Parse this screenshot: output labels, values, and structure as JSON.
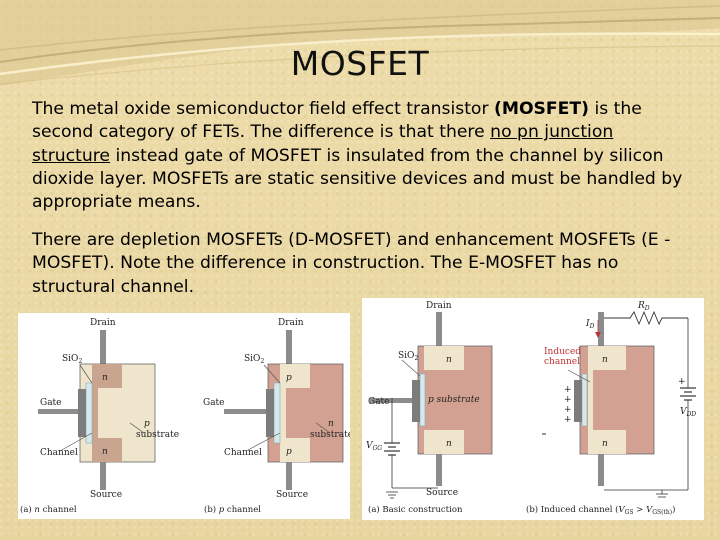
{
  "slide": {
    "title": "MOSFET",
    "paragraph1": {
      "t1": "The metal oxide semiconductor field effect transistor ",
      "bold": "(MOSFET)",
      "t2": " is the second category of FETs. The difference is that there ",
      "u1": "no pn junction structure",
      "t3": " instead gate of MOSFET is insulated from the channel by silicon dioxide layer. MOSFETs are static sensitive devices and must be handled by appropriate means."
    },
    "paragraph2": "There are depletion MOSFETs (D-MOSFET) and enhancement MOSFETs (E -MOSFET). Note the difference in construction. The E-MOSFET has no structural channel."
  },
  "figure_left": {
    "a": {
      "drain": "Drain",
      "sio2": "SiO",
      "sio2_sub": "2",
      "gate": "Gate",
      "channel": "Channel",
      "source": "Source",
      "top_region": "n",
      "bottom_region": "n",
      "substrate_type": "p",
      "substrate": "substrate",
      "caption_prefix": "(a) ",
      "caption_italic": "n",
      "caption_suffix": " channel"
    },
    "b": {
      "drain": "Drain",
      "sio2": "SiO",
      "sio2_sub": "2",
      "gate": "Gate",
      "channel": "Channel",
      "source": "Source",
      "top_region": "p",
      "bottom_region": "p",
      "substrate_type": "n",
      "substrate": "substrate",
      "caption_prefix": "(b) ",
      "caption_italic": "p",
      "caption_suffix": " channel"
    }
  },
  "figure_right": {
    "a": {
      "drain": "Drain",
      "sio2": "SiO",
      "sio2_sub": "2",
      "gate": "Gate",
      "source": "Source",
      "top_region": "n",
      "bottom_region": "n",
      "substrate": "p substrate",
      "vgg": "V",
      "vgg_sub": "GG",
      "caption": "(a) Basic construction"
    },
    "b": {
      "rd": "R",
      "rd_sub": "D",
      "id": "I",
      "id_sub": "D",
      "induced": "Induced",
      "channel": "channel",
      "top_region": "n",
      "bottom_region": "n",
      "vdd": "V",
      "vdd_sub": "DD",
      "caption_prefix": "(b) Induced channel (",
      "caption_vgs": "V",
      "caption_vgs_sub": "GS",
      "caption_gt": " > ",
      "caption_vth": "V",
      "caption_vth_sub": "GS(th)",
      "caption_suffix": ")"
    }
  }
}
